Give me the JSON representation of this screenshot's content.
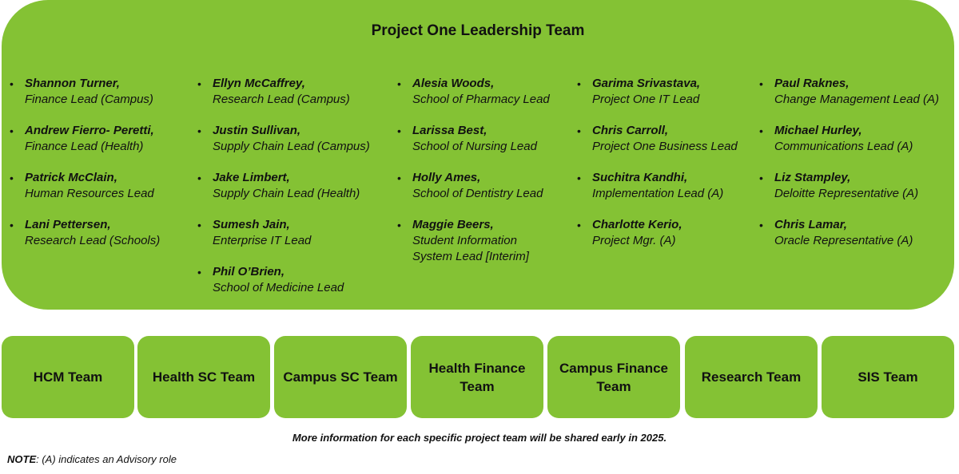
{
  "title": "Project One Leadership Team",
  "columns": [
    [
      {
        "name": "Shannon Turner,",
        "role": "Finance Lead (Campus)"
      },
      {
        "name": "Andrew Fierro- Peretti,",
        "role": "Finance Lead (Health)"
      },
      {
        "name": "Patrick McClain,",
        "role": "Human Resources Lead"
      },
      {
        "name": "Lani Pettersen,",
        "role": "Research Lead (Schools)"
      }
    ],
    [
      {
        "name": "Ellyn McCaffrey,",
        "role": "Research Lead (Campus)"
      },
      {
        "name": "Justin Sullivan,",
        "role": "Supply Chain Lead (Campus)"
      },
      {
        "name": "Jake Limbert,",
        "role": "Supply Chain Lead (Health)"
      },
      {
        "name": "Sumesh Jain,",
        "role": "Enterprise IT Lead"
      },
      {
        "name": "Phil O’Brien,",
        "role": "School of Medicine Lead"
      }
    ],
    [
      {
        "name": "Alesia Woods,",
        "role": "School of Pharmacy Lead"
      },
      {
        "name": "Larissa Best,",
        "role": "School of Nursing Lead"
      },
      {
        "name": "Holly Ames,",
        "role": "School of Dentistry Lead"
      },
      {
        "name": "Maggie Beers,",
        "role": "Student Information",
        "role2": "System Lead [Interim]"
      }
    ],
    [
      {
        "name": "Garima Srivastava,",
        "role": "Project One IT Lead"
      },
      {
        "name": "Chris Carroll,",
        "role": "Project One Business Lead"
      },
      {
        "name": "Suchitra Kandhi,",
        "role": "Implementation Lead (A)"
      },
      {
        "name": "Charlotte Kerio,",
        "role": "Project Mgr. (A)"
      }
    ],
    [
      {
        "name": "Paul Raknes,",
        "role": "Change Management Lead (A)"
      },
      {
        "name": "Michael Hurley,",
        "role": "Communications Lead (A)"
      },
      {
        "name": "Liz Stampley,",
        "role": "Deloitte Representative (A)"
      },
      {
        "name": "Chris Lamar,",
        "role": "Oracle Representative (A)"
      }
    ]
  ],
  "teams": [
    {
      "line1": "HCM Team"
    },
    {
      "line1": "Health SC Team"
    },
    {
      "line1": "Campus SC Team"
    },
    {
      "line1": "Health Finance",
      "line2": "Team"
    },
    {
      "line1": "Campus Finance",
      "line2": "Team"
    },
    {
      "line1": "Research Team"
    },
    {
      "line1": "SIS Team"
    }
  ],
  "footnote": "More information for each specific project team will be shared early in 2025.",
  "note": {
    "label": "NOTE",
    "text": ": (A) indicates an Advisory role"
  },
  "colors": {
    "panel": "#84c234",
    "text": "#111111"
  }
}
